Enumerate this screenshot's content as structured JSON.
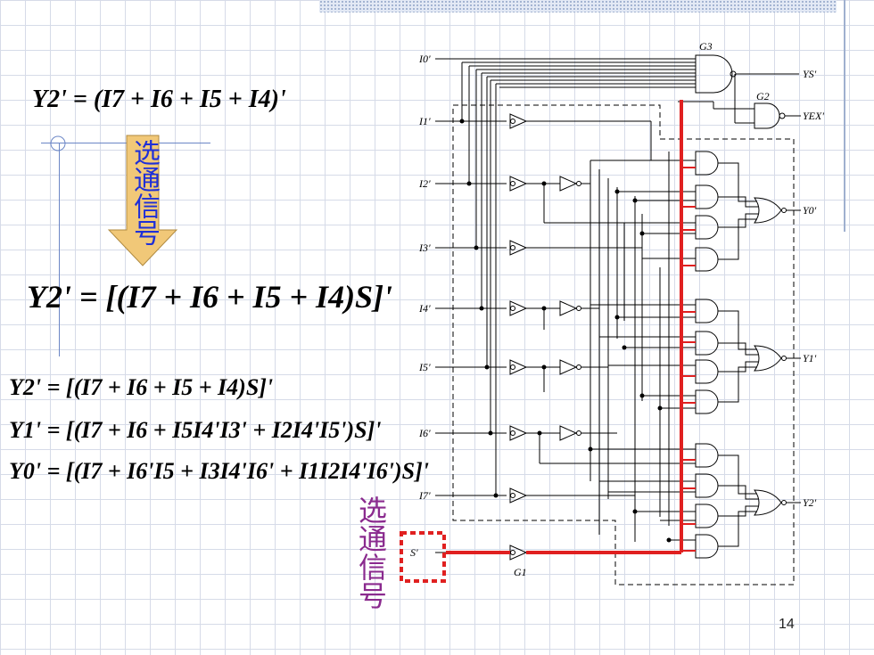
{
  "equations": {
    "eq1": "Y2' = (I7 + I6 + I5 + I4)'",
    "eq2": "Y2' = [(I7 + I6 + I5 + I4)S]'",
    "eq3": "Y2' = [(I7 + I6 + I5 + I4)S]'",
    "eq4": "Y1' = [(I7 + I6 + I5I4'I3' + I2I4'I5')S]'",
    "eq5": "Y0' = [(I7 + I6'I5 + I3I4'I6' + I1I2I4'I6')S]'"
  },
  "arrow_label": "选通信号",
  "side_label": "选通信号",
  "page_number": "14",
  "circuit": {
    "inputs": [
      "I0'",
      "I1'",
      "I2'",
      "I3'",
      "I4'",
      "I5'",
      "I6'",
      "I7'"
    ],
    "strobe_input": "S'",
    "gates": {
      "g1": "G1",
      "g2": "G2",
      "g3": "G3"
    },
    "outputs": {
      "ys": "YS'",
      "yex": "YEX'",
      "y0": "Y0'",
      "y1": "Y1'",
      "y2": "Y2'"
    }
  },
  "colors": {
    "equation": "#000000",
    "arrow_fill": "#f1c878",
    "arrow_text": "#1e2fd8",
    "side_text": "#8a2a8e",
    "strobe_highlight": "#e02020"
  }
}
